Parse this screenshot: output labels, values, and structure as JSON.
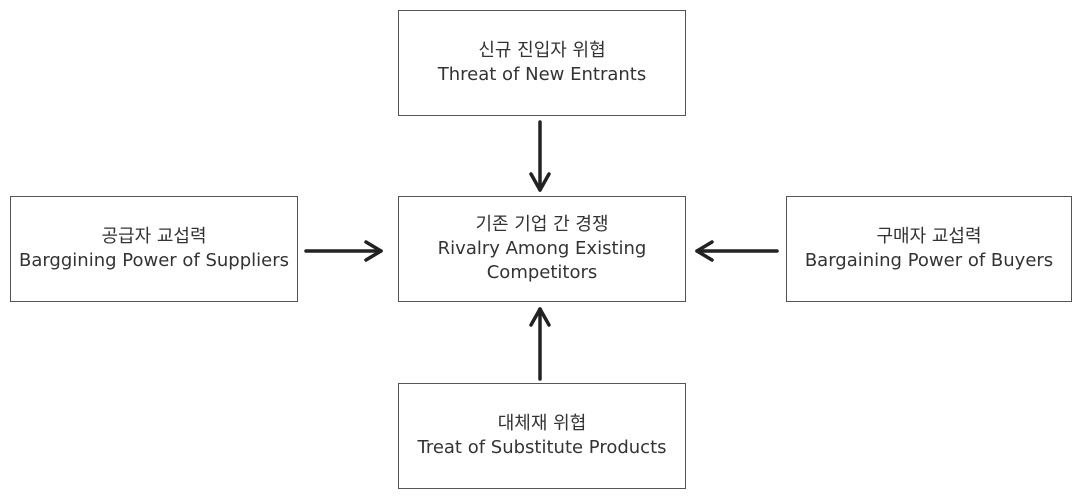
{
  "forces": {
    "new_entrants": {
      "title_ko": "신규 진입자 위협",
      "title_en": "Threat of New Entrants"
    },
    "rivalry": {
      "title_ko": "기존 기업 간 경쟁",
      "title_en_line1": "Rivalry Among Existing",
      "title_en_line2": "Competitors"
    },
    "suppliers": {
      "title_ko": "공급자 교섭력",
      "title_en": "Barggining Power of Suppliers"
    },
    "buyers": {
      "title_ko": "구매자 교섭력",
      "title_en": "Bargaining Power of Buyers"
    },
    "substitutes": {
      "title_ko": "대체재 위협",
      "title_en": "Treat of Substitute Products"
    }
  },
  "colors": {
    "border": "#555555",
    "arrow": "#222222",
    "text": "#333333"
  }
}
